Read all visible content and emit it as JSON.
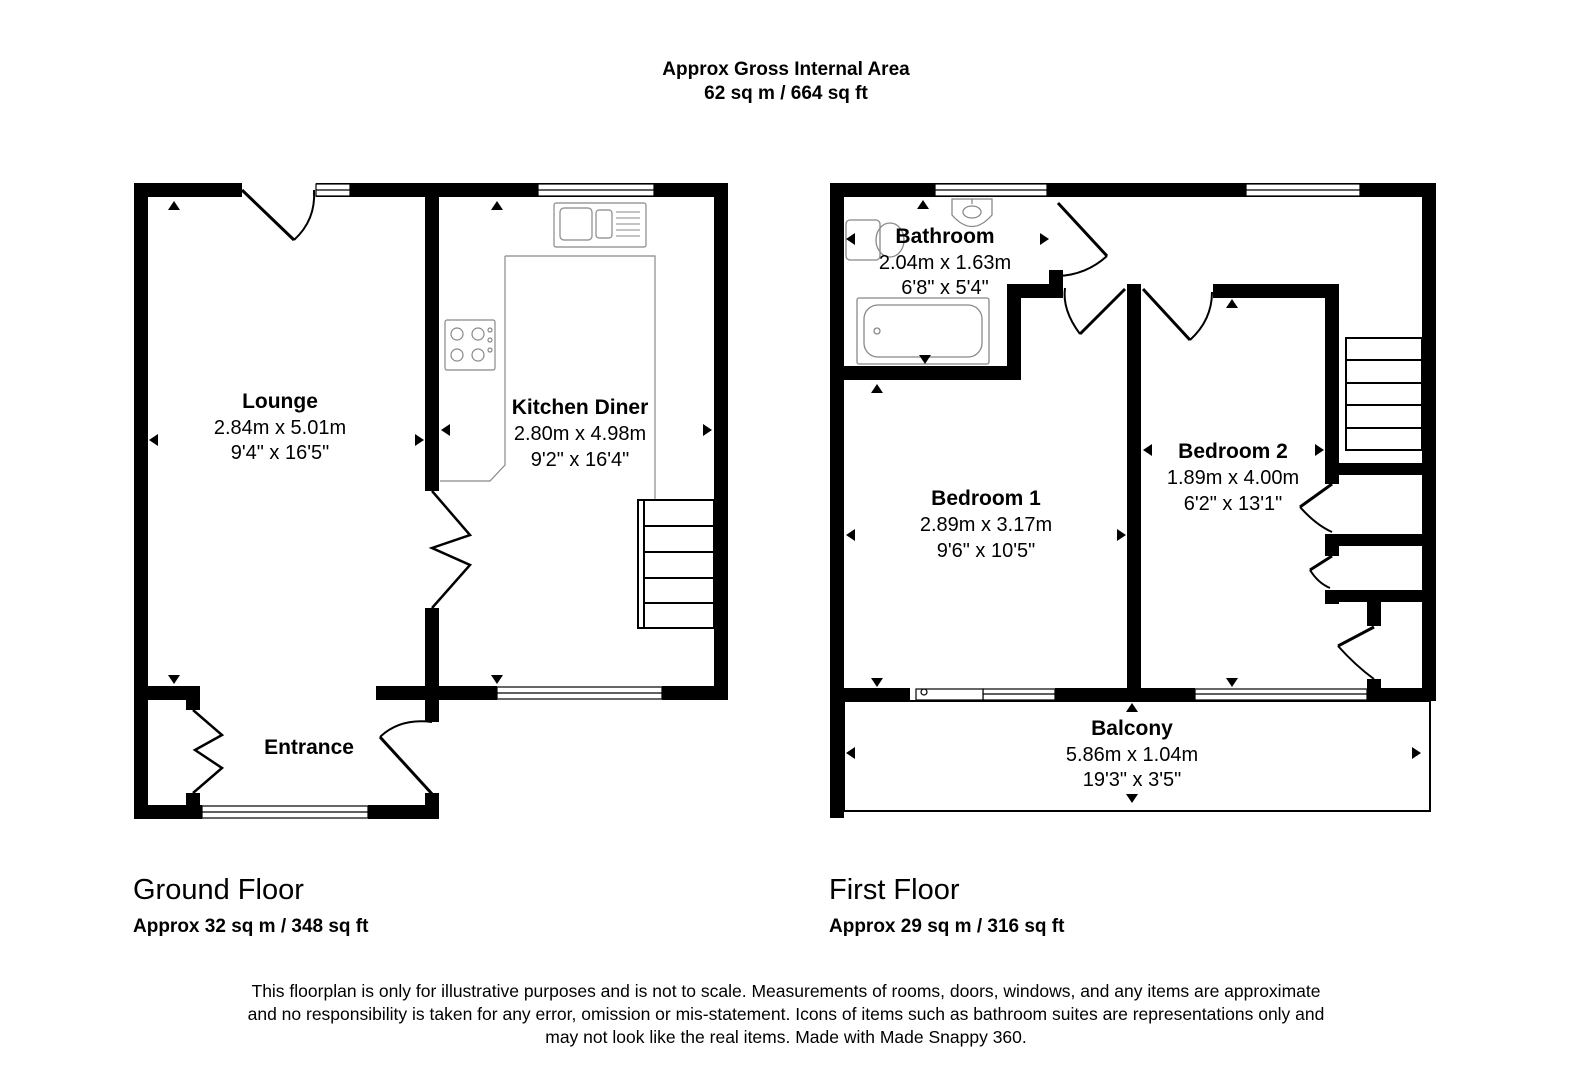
{
  "header": {
    "title": "Approx Gross Internal Area",
    "area": "62 sq m / 664 sq ft"
  },
  "floors": {
    "ground": {
      "name": "Ground Floor",
      "area": "Approx 32 sq m / 348 sq ft",
      "rooms": {
        "lounge": {
          "name": "Lounge",
          "metric": "2.84m x 5.01m",
          "imperial": "9'4\" x 16'5\""
        },
        "kitchen": {
          "name": "Kitchen Diner",
          "metric": "2.80m x 4.98m",
          "imperial": "9'2\" x 16'4\""
        },
        "entrance": {
          "name": "Entrance"
        }
      }
    },
    "first": {
      "name": "First Floor",
      "area": "Approx 29 sq m / 316 sq ft",
      "rooms": {
        "bathroom": {
          "name": "Bathroom",
          "metric": "2.04m x 1.63m",
          "imperial": "6'8\" x 5'4\""
        },
        "bedroom1": {
          "name": "Bedroom 1",
          "metric": "2.89m x 3.17m",
          "imperial": "9'6\" x 10'5\""
        },
        "bedroom2": {
          "name": "Bedroom 2",
          "metric": "1.89m x 4.00m",
          "imperial": "6'2\" x 13'1\""
        },
        "balcony": {
          "name": "Balcony",
          "metric": "5.86m x 1.04m",
          "imperial": "19'3\" x 3'5\""
        }
      }
    }
  },
  "disclaimer": {
    "line1": "This floorplan is only for illustrative purposes and is not to scale. Measurements of rooms, doors, windows, and any items are approximate",
    "line2": "and no responsibility is taken for any error, omission or mis-statement. Icons of items such as bathroom suites are representations only and",
    "line3": "may not look like the real items. Made with Made Snappy 360."
  },
  "colors": {
    "wall": "#000000",
    "fixture": "#888888",
    "background": "#ffffff"
  }
}
